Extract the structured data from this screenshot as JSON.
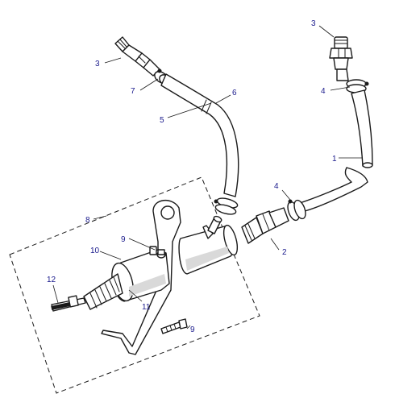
{
  "callout_color": "#1a1a8c",
  "callouts": {
    "c1": "1",
    "c2": "2",
    "c3_left": "3",
    "c3_right": "3",
    "c4_left": "4",
    "c4_right": "4",
    "c5": "5",
    "c6": "6",
    "c7": "7",
    "c8": "8",
    "c9_top": "9",
    "c9_bottom": "9",
    "c10": "10",
    "c11": "11",
    "c12": "12"
  }
}
